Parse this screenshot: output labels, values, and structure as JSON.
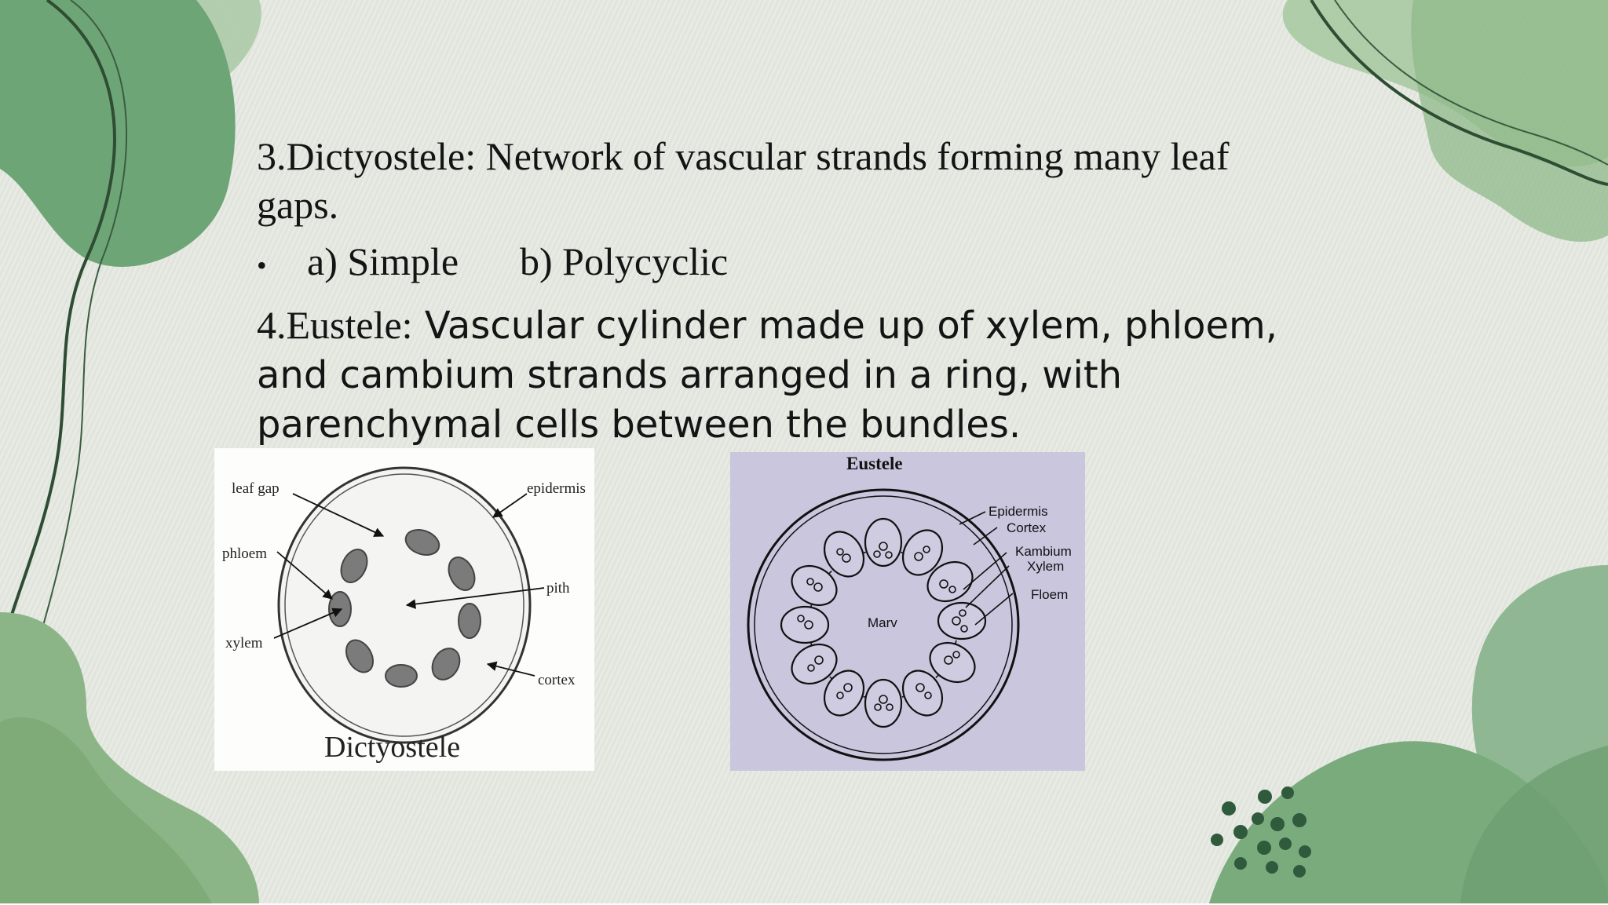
{
  "slide": {
    "heading_dictyostele": "3.Dictyostele: Network of vascular strands forming many leaf gaps.",
    "bullet_marker": "•",
    "bullet_a": "a) Simple",
    "bullet_b": "b) Polycyclic",
    "eustele_lead": "4.Eustele:",
    "eustele_body": " Vascular cylinder made up of xylem, phloem, and cambium strands arranged in a ring, with parenchymal cells between the bundles."
  },
  "figure_dictyostele": {
    "caption": "Dictyostele",
    "labels": {
      "leaf_gap": "leaf gap",
      "epidermis": "epidermis",
      "phloem": "phloem",
      "pith": "pith",
      "xylem": "xylem",
      "cortex": "cortex"
    }
  },
  "figure_eustele": {
    "title": "Eustele",
    "labels": {
      "epidermis": "Epidermis",
      "cortex": "Cortex",
      "kambium": "Kambium",
      "xylem": "Xylem",
      "floem": "Floem",
      "marv": "Marv"
    }
  },
  "colors": {
    "background": "#e5e9e2",
    "green_dark": "#6fa075",
    "green_light": "#9dc197",
    "dot_green": "#2f5a3c",
    "text": "#141414"
  }
}
